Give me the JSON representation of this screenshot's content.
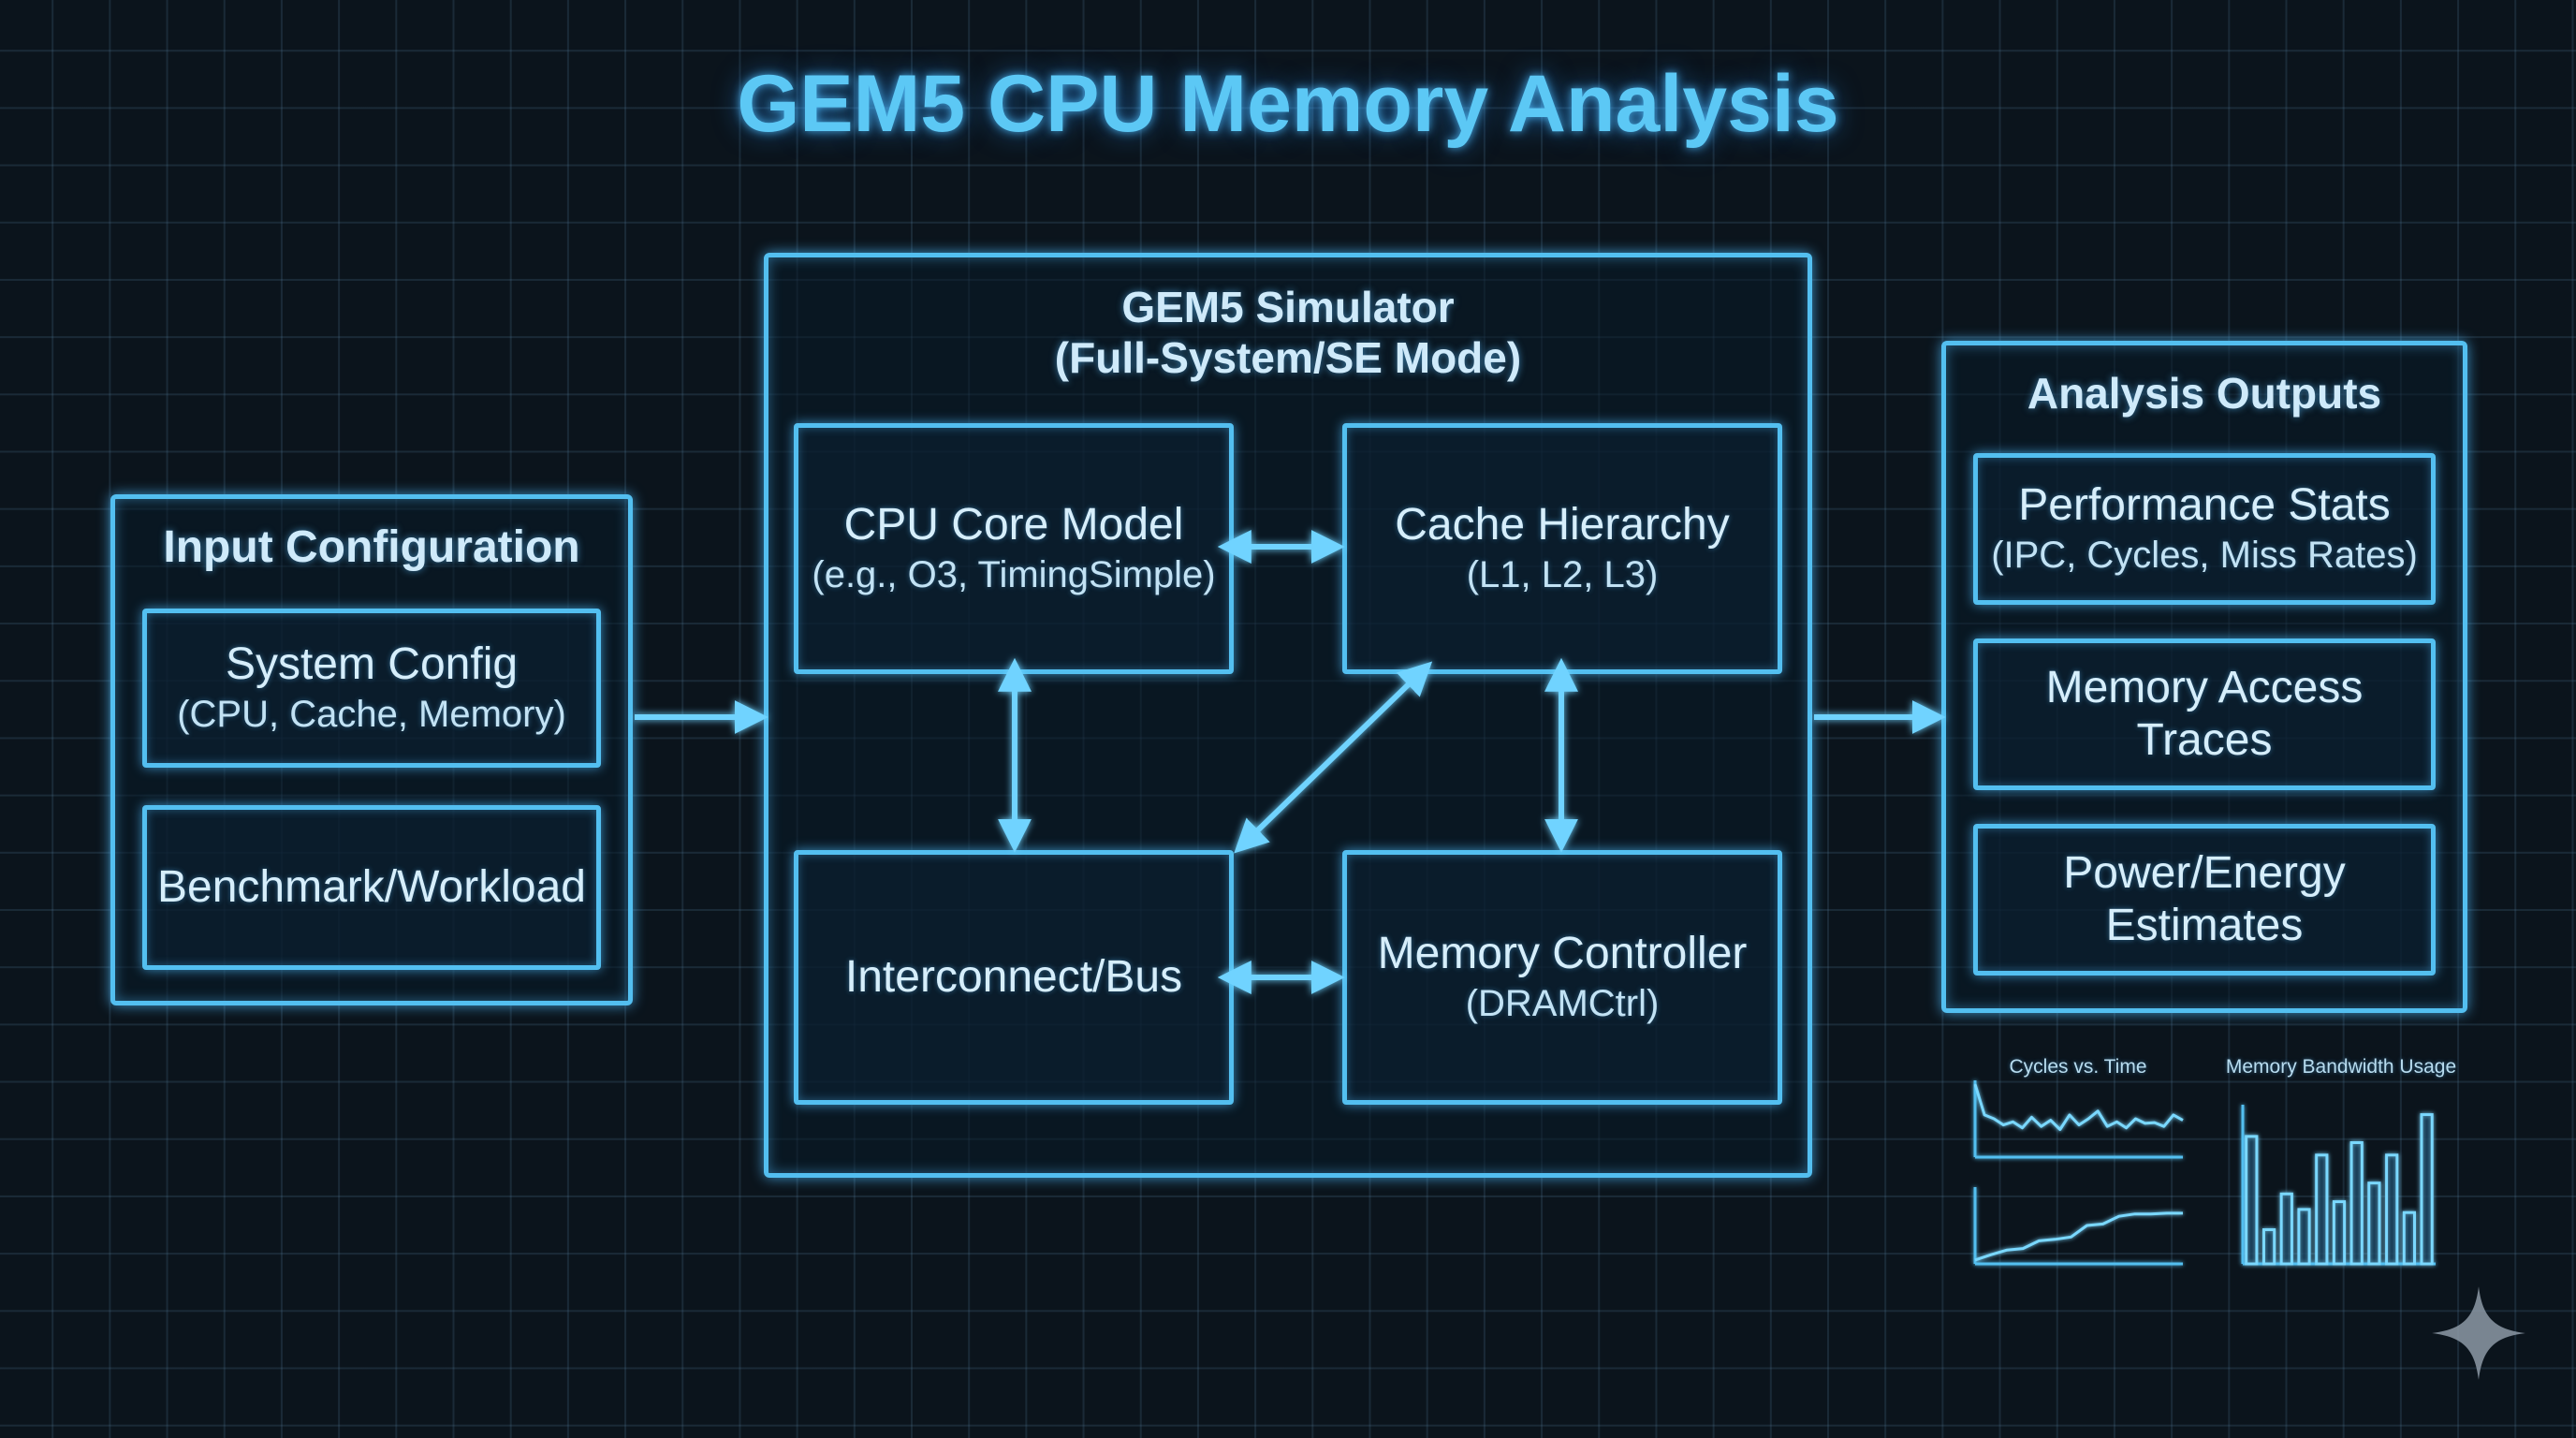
{
  "title": "GEM5 CPU Memory Analysis",
  "input": {
    "heading": "Input Configuration",
    "system_config": {
      "title": "System Config",
      "subtitle": "(CPU, Cache, Memory)"
    },
    "benchmark": {
      "title": "Benchmark/Workload"
    }
  },
  "simulator": {
    "heading_line1": "GEM5 Simulator",
    "heading_line2": "(Full-System/SE Mode)",
    "cpu_core": {
      "title": "CPU Core Model",
      "subtitle": "(e.g., O3, TimingSimple)"
    },
    "cache": {
      "title": "Cache Hierarchy",
      "subtitle": "(L1, L2, L3)"
    },
    "interconnect": {
      "title": "Interconnect/Bus"
    },
    "memory_controller": {
      "title": "Memory Controller",
      "subtitle": "(DRAMCtrl)"
    }
  },
  "outputs": {
    "heading": "Analysis Outputs",
    "performance": {
      "title": "Performance Stats",
      "subtitle": "(IPC, Cycles, Miss Rates)"
    },
    "memory_traces": {
      "title_line1": "Memory Access",
      "title_line2": "Traces"
    },
    "power": {
      "title_line1": "Power/Energy",
      "title_line2": "Estimates"
    }
  },
  "colors": {
    "accent": "#53bff0",
    "background": "#0b141c",
    "text": "#d6eefb"
  },
  "chart_data": [
    {
      "type": "line",
      "title": "Cycles vs. Time",
      "series": [
        {
          "values": [
            0.95,
            0.55,
            0.5,
            0.42,
            0.46,
            0.38,
            0.52,
            0.4,
            0.48,
            0.36,
            0.55,
            0.42,
            0.5,
            0.6,
            0.4,
            0.46,
            0.38,
            0.5,
            0.44,
            0.45,
            0.4,
            0.55,
            0.48
          ]
        },
        {
          "values": [
            0.05,
            0.12,
            0.18,
            0.2,
            0.3,
            0.32,
            0.35,
            0.5,
            0.52,
            0.62,
            0.65,
            0.65,
            0.66,
            0.66
          ]
        }
      ]
    },
    {
      "type": "bar",
      "title": "Memory Bandwidth Usage",
      "values": [
        0.82,
        0.22,
        0.45,
        0.35,
        0.7,
        0.4,
        0.78,
        0.52,
        0.7,
        0.33,
        0.96
      ]
    }
  ]
}
